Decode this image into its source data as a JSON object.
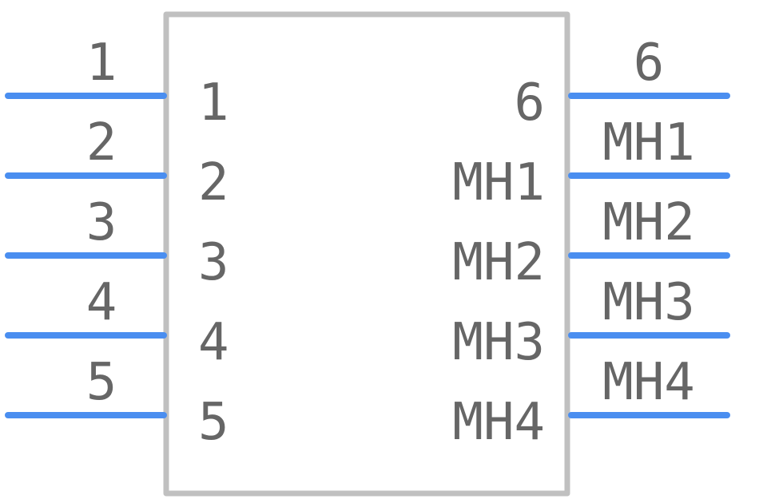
{
  "colors": {
    "pin": "#4a8ef0",
    "body": "#c0c0c0",
    "text": "#666666",
    "background": "#ffffff"
  },
  "left_pins": [
    {
      "number": "1",
      "name": "1"
    },
    {
      "number": "2",
      "name": "2"
    },
    {
      "number": "3",
      "name": "3"
    },
    {
      "number": "4",
      "name": "4"
    },
    {
      "number": "5",
      "name": "5"
    }
  ],
  "right_pins": [
    {
      "number": "6",
      "name": "6"
    },
    {
      "number": "MH1",
      "name": "MH1"
    },
    {
      "number": "MH2",
      "name": "MH2"
    },
    {
      "number": "MH3",
      "name": "MH3"
    },
    {
      "number": "MH4",
      "name": "MH4"
    }
  ]
}
